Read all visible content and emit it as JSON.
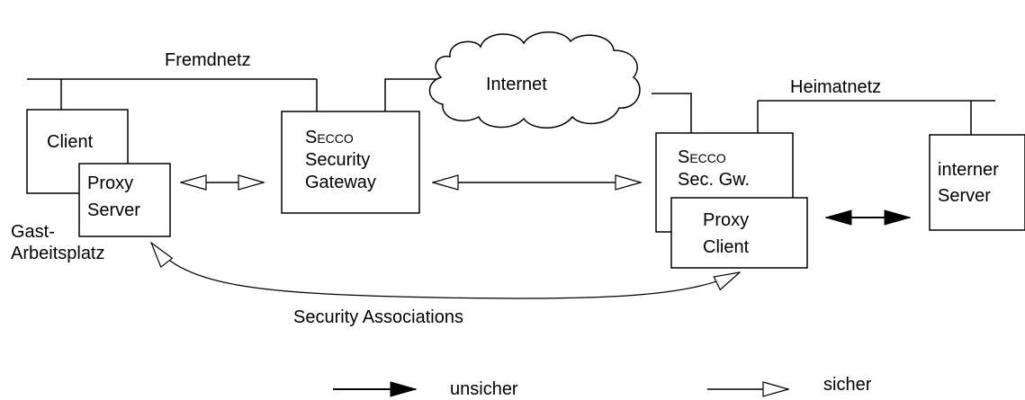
{
  "labels": {
    "fremdnetz": "Fremdnetz",
    "internet": "Internet",
    "heimatnetz": "Heimatnetz",
    "client": "Client",
    "proxy_server_1": "Proxy",
    "proxy_server_2": "Server",
    "gast_1": "Gast-",
    "gast_2": "Arbeitsplatz",
    "secco_gw_1": "Secco",
    "secco_gw_2": "Security",
    "secco_gw_3": "Gateway",
    "secco_sec_1": "Secco",
    "secco_sec_2": "Sec. Gw.",
    "proxy_client_1": "Proxy",
    "proxy_client_2": "Client",
    "interner_server_1": "interner",
    "interner_server_2": "Server",
    "security_associations": "Security Associations"
  },
  "legend": {
    "unsicher": "unsicher",
    "sicher": "sicher"
  }
}
